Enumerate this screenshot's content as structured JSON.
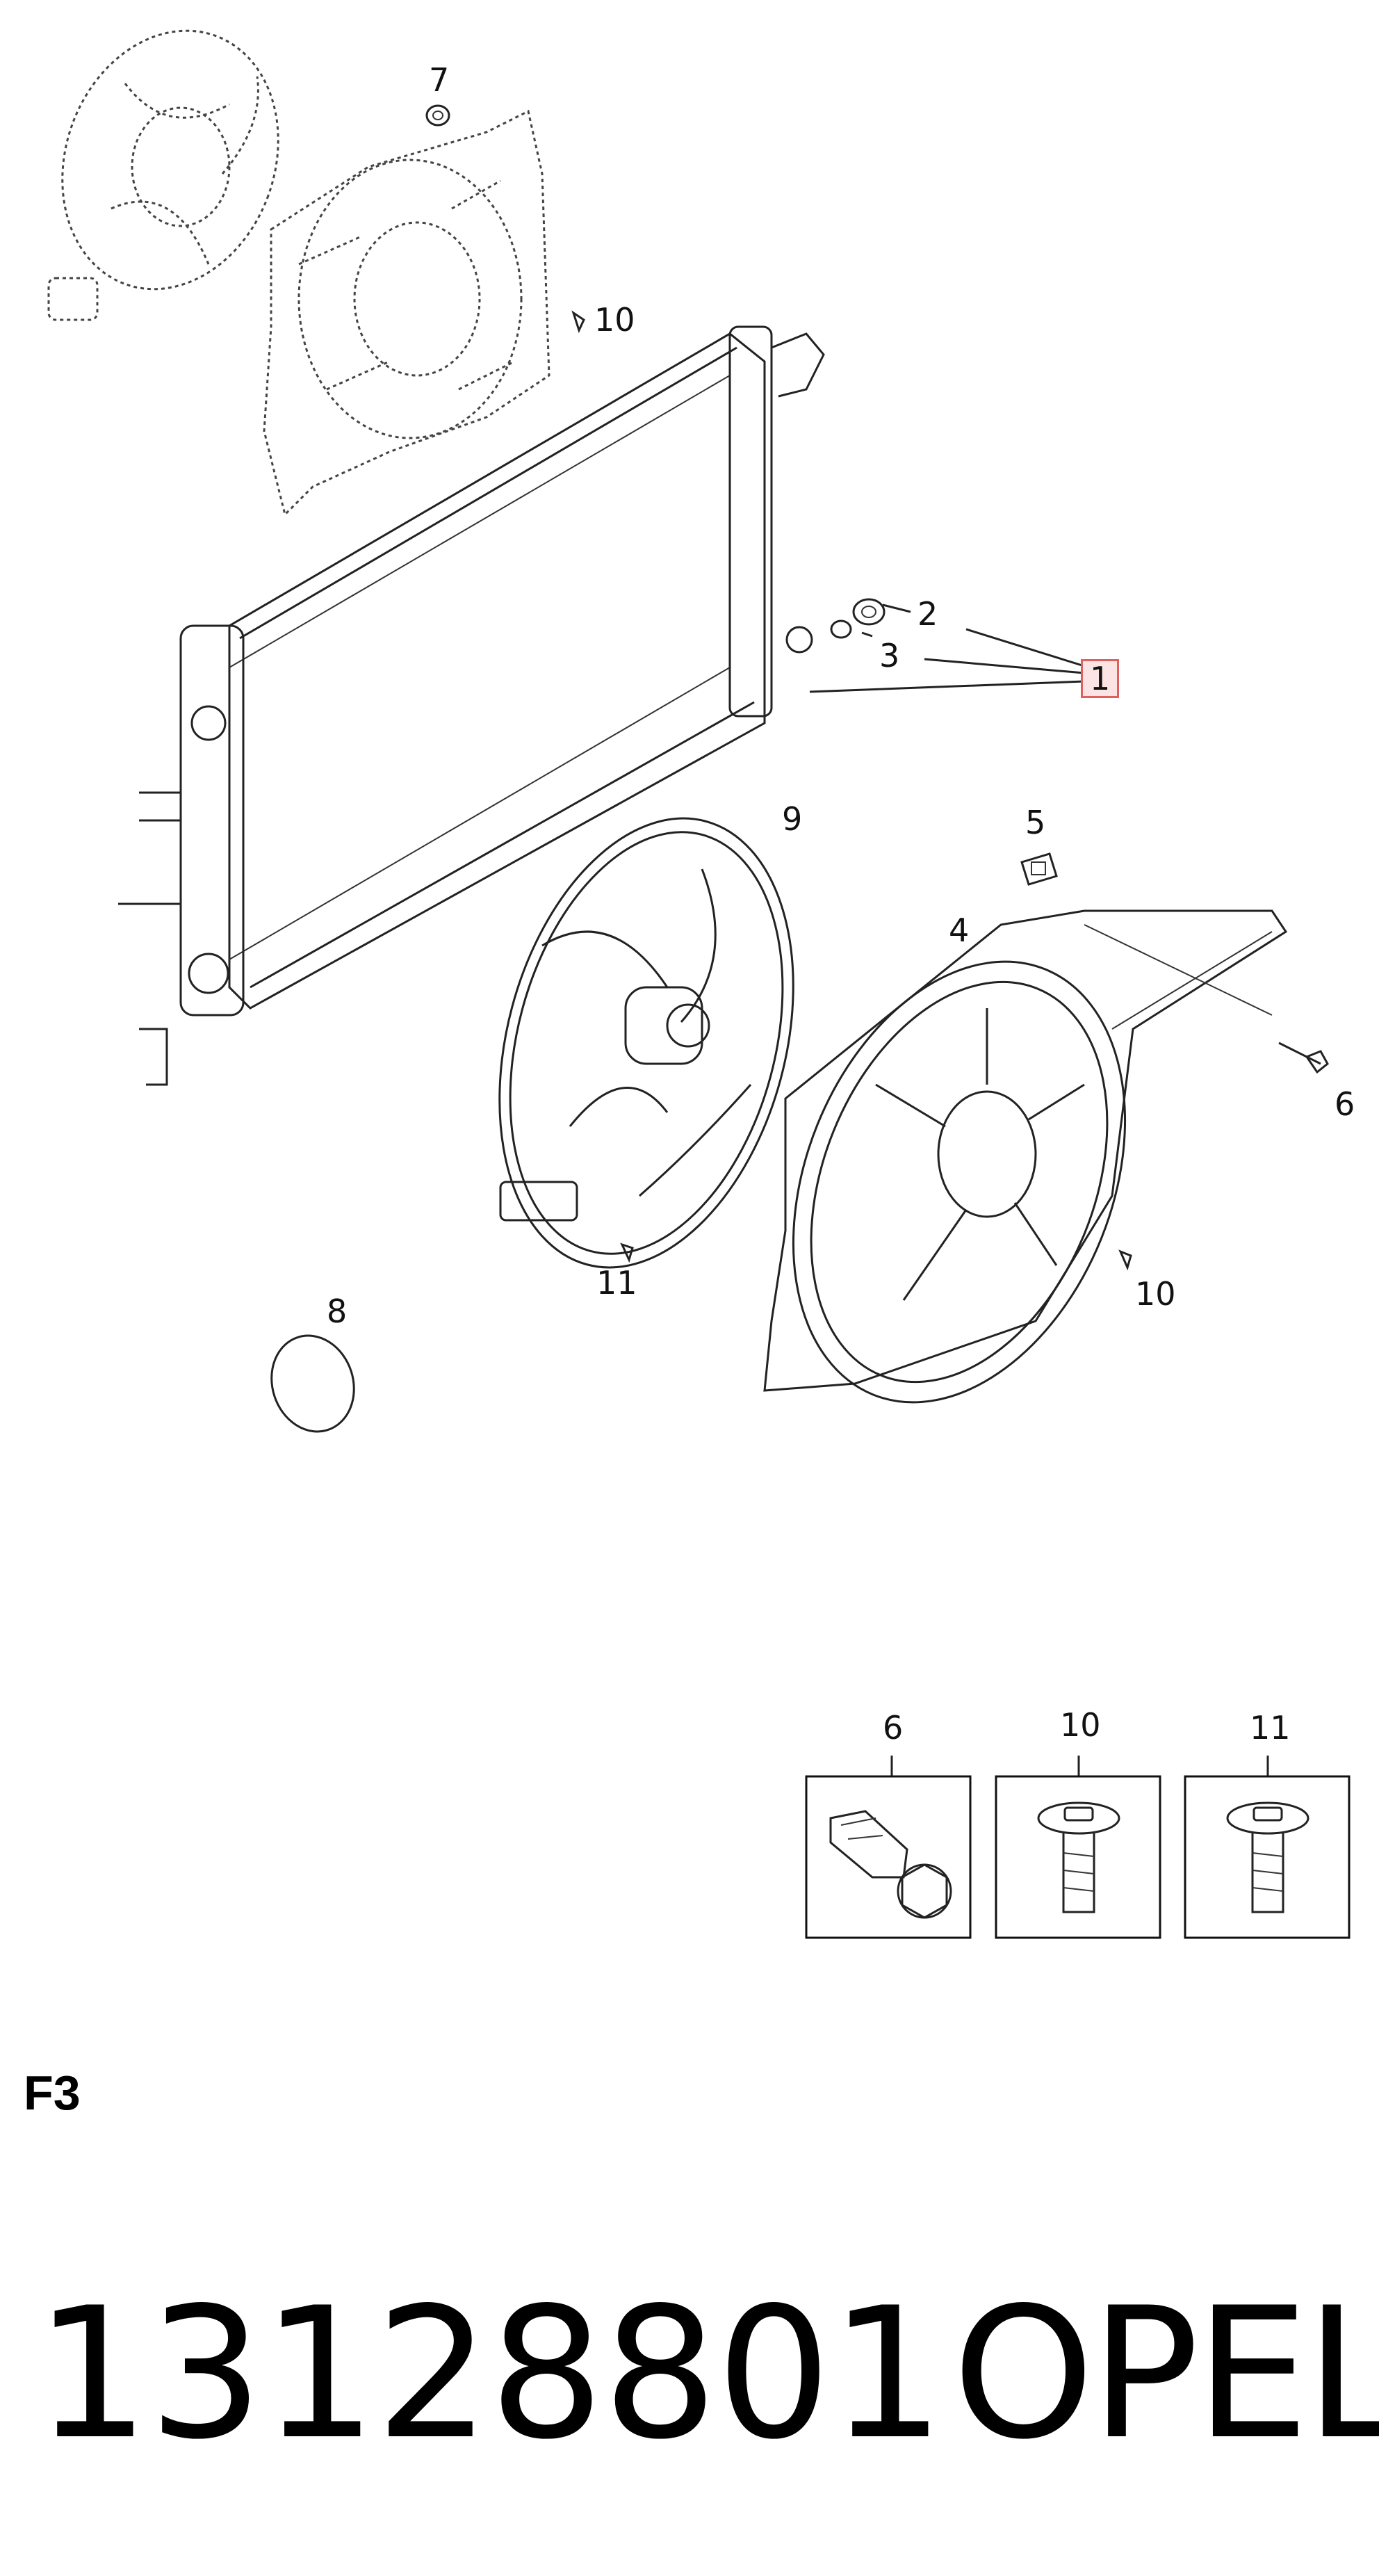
{
  "callouts": [
    {
      "id": "c7",
      "text": "7"
    },
    {
      "id": "c10a",
      "text": "10"
    },
    {
      "id": "c2",
      "text": "2"
    },
    {
      "id": "c3",
      "text": "3"
    },
    {
      "id": "c1",
      "text": "1",
      "highlighted": true
    },
    {
      "id": "c9",
      "text": "9"
    },
    {
      "id": "c5",
      "text": "5"
    },
    {
      "id": "c4",
      "text": "4"
    },
    {
      "id": "c6",
      "text": "6"
    },
    {
      "id": "c11",
      "text": "11"
    },
    {
      "id": "c10b",
      "text": "10"
    },
    {
      "id": "c8",
      "text": "8"
    }
  ],
  "fastener_boxes": [
    {
      "label": "6",
      "icon": "hex-bolt-icon"
    },
    {
      "label": "10",
      "icon": "torx-screw-icon"
    },
    {
      "label": "11",
      "icon": "torx-screw-icon"
    }
  ],
  "section_code": "F3",
  "part_number": "13128801",
  "brand": "OPEL",
  "colors": {
    "highlight_border": "#e06060",
    "highlight_fill": "#fde4e4",
    "ink": "#111111"
  }
}
